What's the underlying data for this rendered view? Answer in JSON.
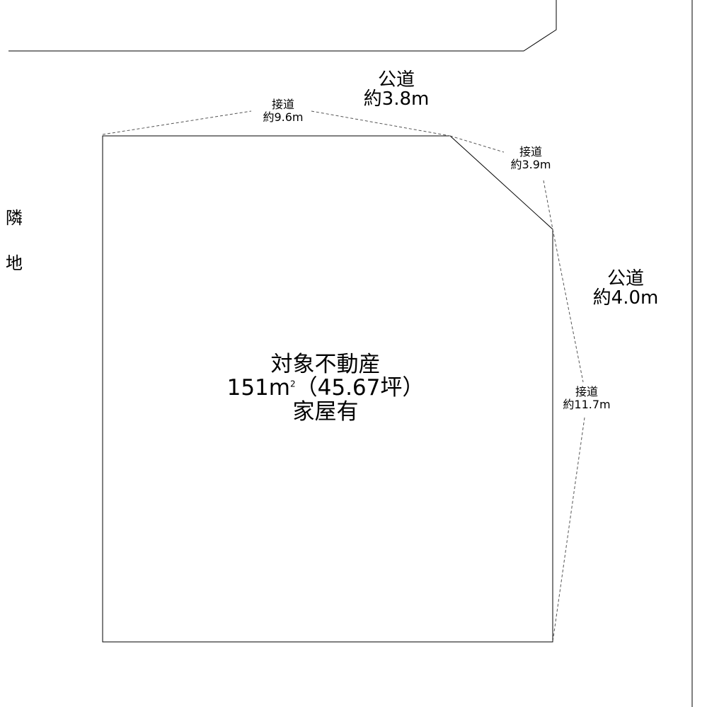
{
  "neighbor": {
    "char1": "隣",
    "char2": "地"
  },
  "road_north": {
    "name": "公道",
    "width": "約3.8m"
  },
  "road_east": {
    "name": "公道",
    "width": "約4.0m"
  },
  "frontages": [
    {
      "label": "接道",
      "length": "約9.6m"
    },
    {
      "label": "接道",
      "length": "約3.9m"
    },
    {
      "label": "接道",
      "length": "約11.7m"
    }
  ],
  "property": {
    "title": "対象不動産",
    "area_value": "151",
    "area_unit_base": "m",
    "area_unit_sup": "2",
    "area_tsubo": "（45.67坪）",
    "status": "家屋有"
  },
  "colors": {
    "line": "#000000",
    "dashed": "#555555",
    "background": "#ffffff"
  }
}
